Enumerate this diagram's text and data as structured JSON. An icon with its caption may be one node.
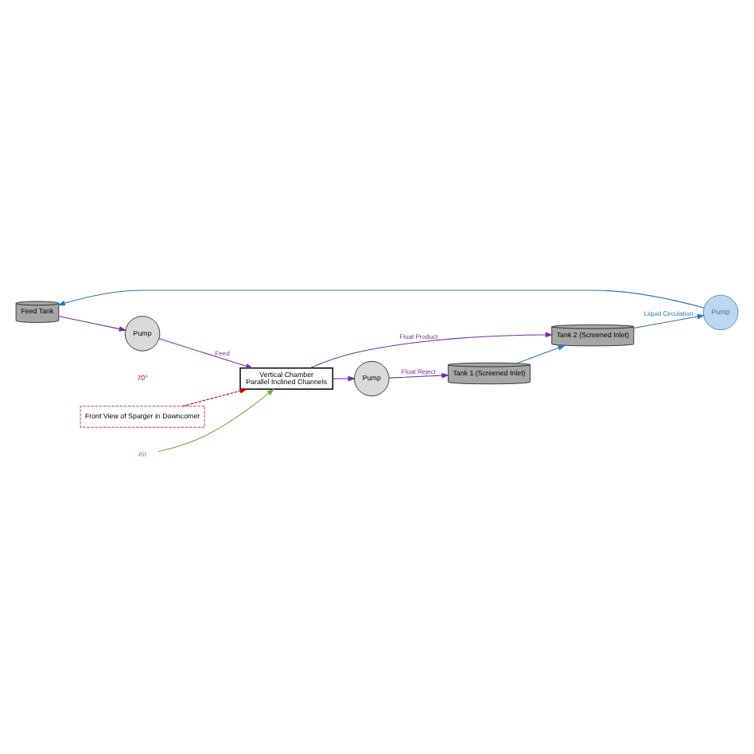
{
  "diagram": {
    "nodes": [
      {
        "text": [
          "Feed Tank"
        ]
      },
      {
        "text": [
          "Pump"
        ]
      },
      {
        "text": [
          "Vertical Chamber",
          "Parallel Inclined Channels"
        ]
      },
      {
        "text": [
          "Front View of Sparger in Downcomer"
        ]
      },
      {
        "text": [
          "Air"
        ]
      },
      {
        "text": [
          "Pump"
        ]
      },
      {
        "text": [
          "Tank 1 (Screened Inlet)"
        ]
      },
      {
        "text": [
          "Tank 2 (Screened Inlet)"
        ]
      },
      {
        "text": [
          "Pump"
        ]
      }
    ],
    "edges": [
      {
        "from": 0,
        "to": 1,
        "arrow": "to"
      },
      {
        "from": 1,
        "to": 2,
        "arrow": "to",
        "label": "Feed"
      },
      {
        "from": 4,
        "to": 2,
        "arrow": "to",
        "color": "#70ad47"
      },
      {
        "from": 3,
        "to": 2,
        "arrow": "to",
        "style": "dashed",
        "color": "#c00000"
      },
      {
        "from": 2,
        "to": 7,
        "arrow": "to",
        "label": "Float Product"
      },
      {
        "from": 2,
        "to": 5,
        "arrow": "to"
      },
      {
        "from": 5,
        "to": 6,
        "arrow": "to",
        "label": "Float Reject"
      },
      {
        "from": 6,
        "to": 7,
        "arrow": "to",
        "color": "#2e75b6"
      },
      {
        "from": 7,
        "to": 8,
        "arrow": "to",
        "label": "Liquid Circulation",
        "color": "#2e75b6"
      },
      {
        "from": 8,
        "to": 0,
        "arrow": "to",
        "color": "#2e75b6"
      }
    ],
    "labels": [
      "70°"
    ]
  }
}
